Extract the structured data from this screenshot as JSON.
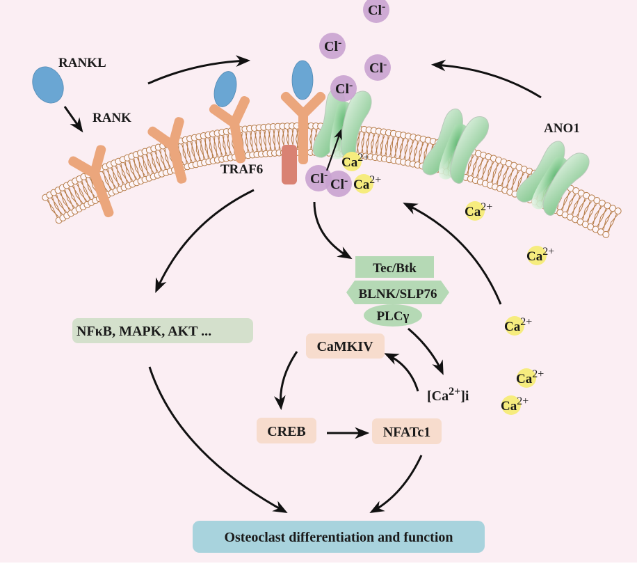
{
  "diagram": {
    "title": "RANKL-RANK / ANO1 calcium signaling in osteoclasts",
    "labels": {
      "rankl": "RANKL",
      "rank": "RANK",
      "traf6": "TRAF6",
      "ano1": "ANO1"
    },
    "ions": {
      "chloride": "Cl",
      "chloride_charge": "-",
      "calcium": "Ca",
      "calcium_charge": "2+"
    },
    "nodes": {
      "tec_btk": "Tec/Btk",
      "blnk": "BLNK/SLP76",
      "plc": "PLCγ",
      "nfkb": "NFκB, MAPK, AKT ...",
      "camkiv": "CaMKIV",
      "ca_i": "[Ca",
      "ca_i_sup": "2+",
      "ca_i_sub": "]i",
      "creb": "CREB",
      "nfatc1": "NFATc1",
      "outcome": "Osteoclast differentiation and function"
    },
    "colors": {
      "background": "#fbeef3",
      "rankl": "#6aa6d3",
      "rank": "#eba67c",
      "traf6": "#d98273",
      "ano1": "#8fcf98",
      "membrane": "#b57a45",
      "chloride": "#c9a2d0",
      "calcium": "#f6ec7e",
      "green_box": "#b5d9b5",
      "nfkb_box": "#d4e0cc",
      "peach_box": "#f7dccd",
      "outcome_box": "#a8d3dd"
    }
  }
}
